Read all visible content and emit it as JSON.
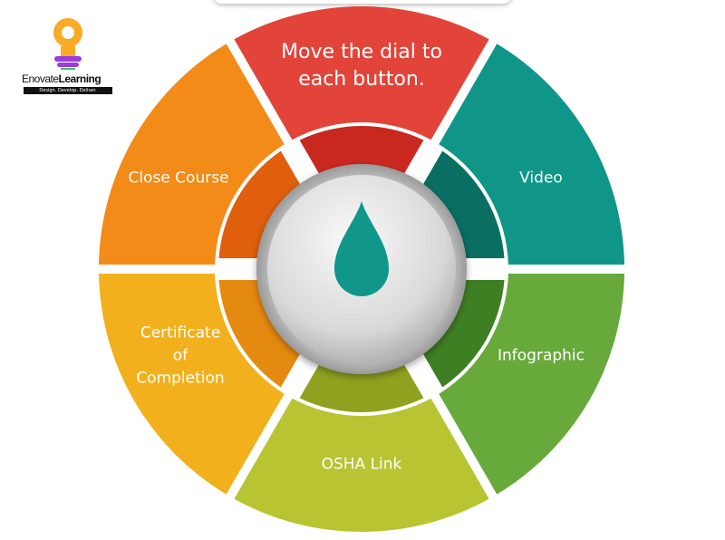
{
  "logo": {
    "name_light": "Enovate",
    "name_bold": "Learning",
    "tagline": "Design. Develop. Deliver."
  },
  "instruction": "Move the dial to each button.",
  "segments": [
    {
      "label": "Move the dial to each button.",
      "color": "#e2443a",
      "dark": "#c9281f"
    },
    {
      "label": "Video",
      "color": "#0f9689",
      "dark": "#0a6e63"
    },
    {
      "label": "Infographic",
      "color": "#68a93b",
      "dark": "#3f7f24"
    },
    {
      "label": "OSHA Link",
      "color": "#b8c431",
      "dark": "#8fa11e"
    },
    {
      "label": "Certificate of Completion",
      "color": "#f2b11c",
      "dark": "#e58a10"
    },
    {
      "label": "Close Course",
      "color": "#f28b17",
      "dark": "#df5f0c"
    }
  ],
  "buttons": {
    "instruction_line1": "Move the dial to",
    "instruction_line2": "each button.",
    "video": "Video",
    "infographic": "Infographic",
    "osha": "OSHA Link",
    "cert_line1": "Certificate",
    "cert_line2": "of",
    "cert_line3": "Completion",
    "close": "Close Course"
  },
  "dial": {
    "pointer_color": "#11968a",
    "icon": "droplet-pointer-icon"
  }
}
